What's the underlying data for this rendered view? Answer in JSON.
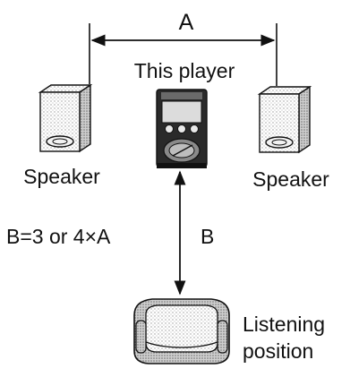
{
  "labels": {
    "distance_a": "A",
    "player": "This player",
    "speaker_left": "Speaker",
    "speaker_right": "Speaker",
    "formula": "B=3 or 4×A",
    "distance_b": "B",
    "listening_line1": "Listening",
    "listening_line2": "position"
  },
  "icons": [
    "speaker-icon",
    "player-icon",
    "armchair-icon"
  ],
  "colors": {
    "ink": "#111111",
    "stipple": "#d9d9d9",
    "background": "#ffffff"
  }
}
